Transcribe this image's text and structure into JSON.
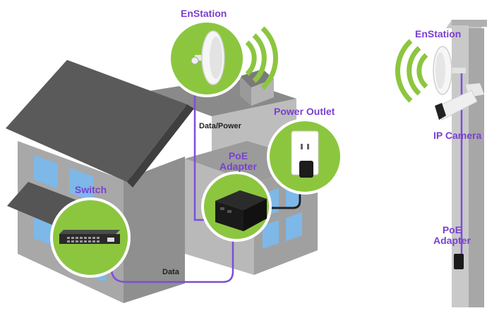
{
  "labels": {
    "enstation_left": "EnStation",
    "enstation_right": "EnStation",
    "power_outlet": "Power Outlet",
    "poe_adapter_left": [
      "PoE",
      "Adapter"
    ],
    "poe_adapter_right": [
      "PoE",
      "Adapter"
    ],
    "switch": "Switch",
    "ip_camera": "IP Camera",
    "data_power": "Data/Power",
    "data": "Data"
  },
  "colors": {
    "accent_green": "#8cc63f",
    "label_purple": "#7a3fd1",
    "cable_purple": "#7b4fd6",
    "roof_dark": "#5a5a5a",
    "wall_gray": "#a8a8a8",
    "window_blue": "#7db8e8"
  }
}
